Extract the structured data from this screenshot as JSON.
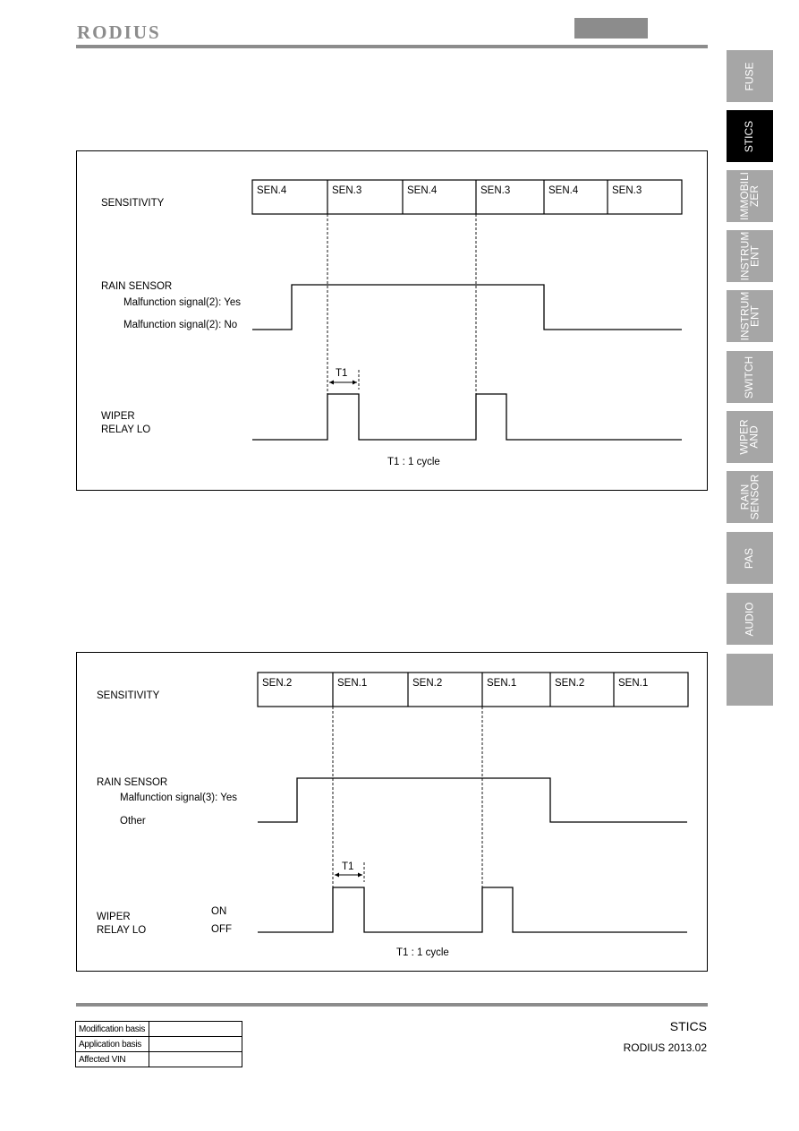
{
  "header": {
    "logo": "RODIUS"
  },
  "side_tabs": [
    {
      "label": "FUSE",
      "active": false
    },
    {
      "label": "STICS",
      "active": true
    },
    {
      "label": "IMMOBILI\nZER",
      "active": false
    },
    {
      "label": "INSTRUM\nENT",
      "active": false
    },
    {
      "label": "INSTRUM\nENT",
      "active": false
    },
    {
      "label": "SWITCH",
      "active": false
    },
    {
      "label": "WIPER\nAND",
      "active": false
    },
    {
      "label": "RAIN\nSENSOR",
      "active": false
    },
    {
      "label": "PAS",
      "active": false
    },
    {
      "label": "AUDIO",
      "active": false
    },
    {
      "label": "",
      "active": false
    }
  ],
  "diagram1": {
    "sensitivity_label": "SENSITIVITY",
    "sen_cells": [
      "SEN.4",
      "SEN.3",
      "SEN.4",
      "SEN.3",
      "SEN.4",
      "SEN.3"
    ],
    "rain_sensor_label": "RAIN SENSOR",
    "level_high_label": "Malfunction signal(2): Yes",
    "level_low_label": "Malfunction signal(2): No",
    "t1_label": "T1",
    "wiper_label_1": "WIPER",
    "wiper_label_2": "RELAY LO",
    "caption": "T1 : 1 cycle"
  },
  "diagram2": {
    "sensitivity_label": "SENSITIVITY",
    "sen_cells": [
      "SEN.2",
      "SEN.1",
      "SEN.2",
      "SEN.1",
      "SEN.2",
      "SEN.1"
    ],
    "rain_sensor_label": "RAIN SENSOR",
    "level_high_label": "Malfunction signal(3): Yes",
    "level_low_label": "Other",
    "t1_label": "T1",
    "on_label": "ON",
    "off_label": "OFF",
    "wiper_label_1": "WIPER",
    "wiper_label_2": "RELAY LO",
    "caption": "T1 : 1 cycle"
  },
  "footer": {
    "table": [
      {
        "key": "Modification basis",
        "value": ""
      },
      {
        "key": "Application basis",
        "value": ""
      },
      {
        "key": "Affected VIN",
        "value": ""
      }
    ],
    "section": "STICS",
    "model": "RODIUS 2013.02"
  }
}
